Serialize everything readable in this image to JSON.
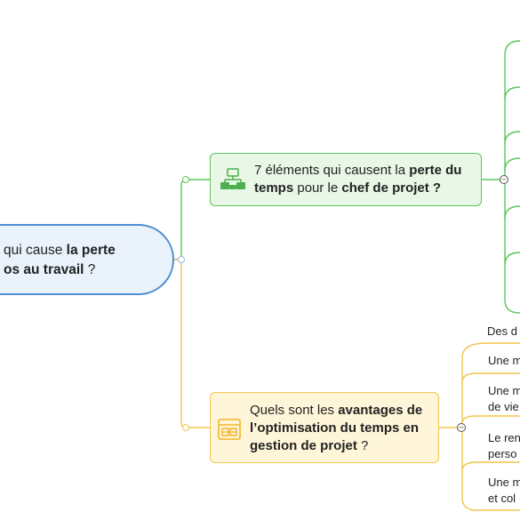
{
  "root": {
    "text_a": "qui cause ",
    "text_b": "la perte",
    "text_c": "os au travail",
    "text_d": " ?"
  },
  "branch_green": {
    "t1": "7 éléments qui causent la ",
    "t2": "perte du",
    "t3": "temps",
    "t4": " pour le ",
    "t5": "chef de projet ?"
  },
  "branch_yellow": {
    "t1": "Quels sont les ",
    "t2": "avantages de",
    "t3": "l’optimisation du temps en",
    "t4": "gestion de projet",
    "t5": " ?"
  },
  "yellow_leaves": [
    {
      "line1": "Des d",
      "line2": ""
    },
    {
      "line1": "Une m",
      "line2": ""
    },
    {
      "line1": "Une m",
      "line2": "de vie"
    },
    {
      "line1": "Le ren",
      "line2": "perso"
    },
    {
      "line1": "Une m",
      "line2": "et col"
    }
  ],
  "colors": {
    "root_border": "#4f8fd3",
    "green_line": "#5cc65c",
    "yellow_line": "#f1c64d"
  },
  "icons": {
    "green_branch": "org-chart-icon",
    "yellow_branch": "table-icon"
  }
}
